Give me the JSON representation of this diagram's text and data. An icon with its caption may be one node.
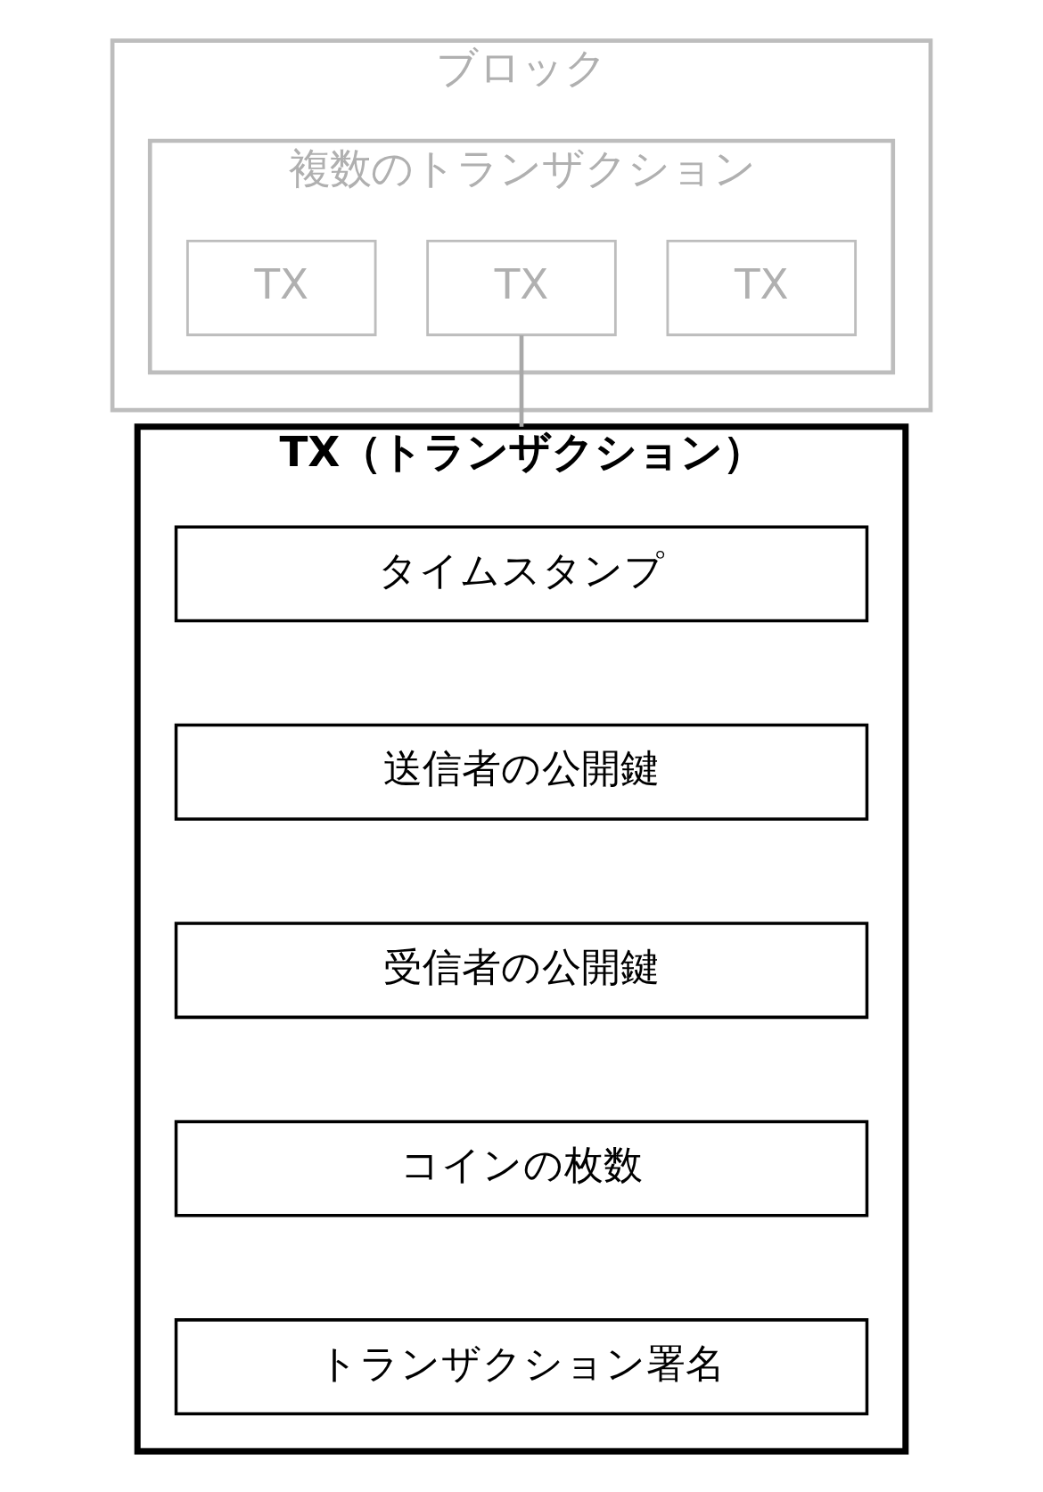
{
  "diagram": {
    "nodes": [
      {
        "text": [
          "ブロック"
        ]
      },
      {
        "text": [
          "複数のトランザクション"
        ],
        "in": 0
      },
      {
        "text": [
          "TX"
        ],
        "in": 1
      },
      {
        "text": [
          "TX"
        ],
        "in": 1
      },
      {
        "text": [
          "TX"
        ],
        "in": 1
      },
      {
        "text": [
          "TX（トランザクション）"
        ]
      },
      {
        "text": [
          "タイムスタンプ"
        ],
        "in": 5
      },
      {
        "text": [
          "送信者の公開鍵"
        ],
        "in": 5
      },
      {
        "text": [
          "受信者の公開鍵"
        ],
        "in": 5
      },
      {
        "text": [
          "コインの枚数"
        ],
        "in": 5
      },
      {
        "text": [
          "トランザクション署名"
        ],
        "in": 5
      }
    ],
    "edges": [
      {
        "from": 3,
        "to": 5,
        "arrow": "none"
      }
    ]
  }
}
